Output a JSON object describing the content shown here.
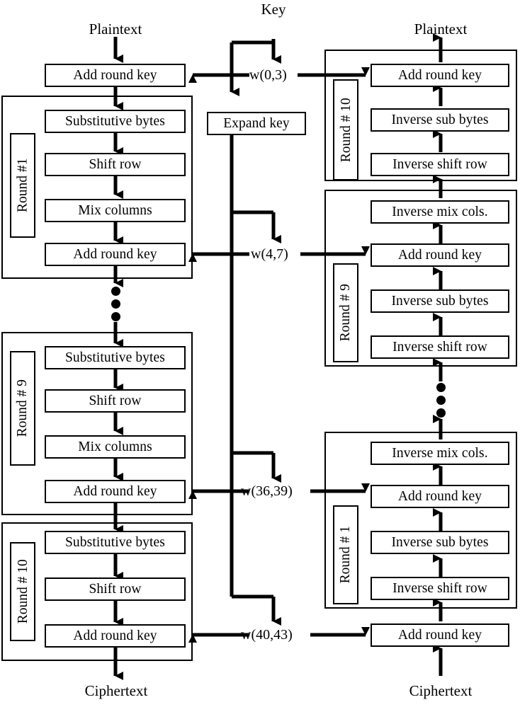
{
  "diagram": {
    "title": "AES encryption and decryption block diagram",
    "stroke_color": "#000000",
    "background_color": "#ffffff"
  },
  "captions": {
    "key": "Key",
    "plaintext_in": "Plaintext",
    "plaintext_out": "Plaintext",
    "ciphertext_out": "Ciphertext",
    "ciphertext_in": "Ciphertext"
  },
  "key_schedule": {
    "expand_key": "Expand key",
    "words": [
      {
        "label": "w(0,3)"
      },
      {
        "label": "w(4,7)"
      },
      {
        "label": "w(36,39)"
      },
      {
        "label": "w(40,43)"
      }
    ]
  },
  "encryption": {
    "initial": {
      "label": "Add round key"
    },
    "rounds": [
      {
        "name": "Round #1",
        "steps": [
          {
            "label": "Substitutive bytes"
          },
          {
            "label": "Shift row"
          },
          {
            "label": "Mix columns"
          },
          {
            "label": "Add round key"
          }
        ]
      },
      {
        "name": "Round # 9",
        "steps": [
          {
            "label": "Substitutive bytes"
          },
          {
            "label": "Shift row"
          },
          {
            "label": "Mix columns"
          },
          {
            "label": "Add round key"
          }
        ]
      },
      {
        "name": "Round # 10",
        "steps": [
          {
            "label": "Substitutive bytes"
          },
          {
            "label": "Shift row"
          },
          {
            "label": "Add round key"
          }
        ]
      }
    ]
  },
  "decryption": {
    "final": {
      "label": "Add round key"
    },
    "rounds": [
      {
        "name": "Round # 10",
        "steps": [
          {
            "label": "Add round key"
          },
          {
            "label": "Inverse sub bytes"
          },
          {
            "label": "Inverse shift row"
          }
        ]
      },
      {
        "name": "Round # 9",
        "steps": [
          {
            "label": "Inverse mix cols."
          },
          {
            "label": "Add round key"
          },
          {
            "label": "Inverse sub bytes"
          },
          {
            "label": "Inverse shift row"
          }
        ]
      },
      {
        "name": "Round # 1",
        "steps": [
          {
            "label": "Inverse mix cols."
          },
          {
            "label": "Add round key"
          },
          {
            "label": "Inverse sub bytes"
          },
          {
            "label": "Inverse shift row"
          }
        ]
      }
    ]
  },
  "ellipsis": {
    "symbol": "•",
    "count": 3
  }
}
